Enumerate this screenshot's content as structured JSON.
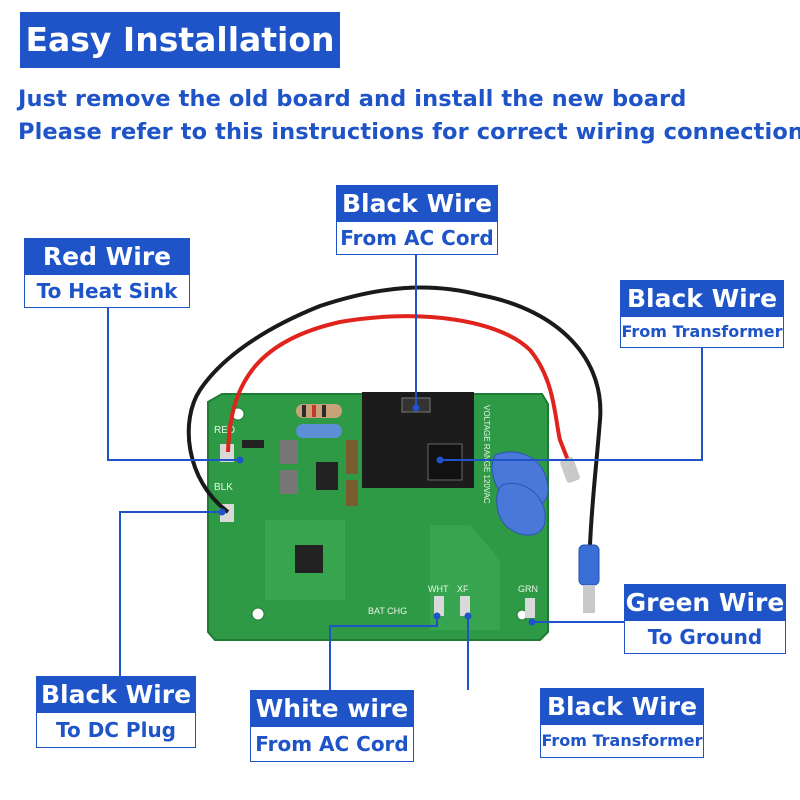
{
  "header": {
    "title": "Easy Installation",
    "line1": "Just remove the old board and install the new board",
    "line2": "Please refer to this instructions for correct wiring connections"
  },
  "callouts": {
    "black_ac": {
      "title": "Black Wire",
      "sub": "From AC Cord"
    },
    "red": {
      "title": "Red Wire",
      "sub": "To Heat Sink"
    },
    "black_transformer_top": {
      "title": "Black Wire",
      "sub": "From Transformer"
    },
    "green": {
      "title": "Green Wire",
      "sub": "To Ground"
    },
    "black_dc": {
      "title": "Black Wire",
      "sub": "To DC Plug"
    },
    "white": {
      "title": "White wire",
      "sub": "From AC Cord"
    },
    "black_transformer_bottom": {
      "title": "Black Wire",
      "sub": "From Transformer"
    }
  },
  "board_labels": {
    "red": "RED",
    "blk": "BLK",
    "bat_chg": "BAT CHG",
    "wht": "WHT",
    "xf": "XF",
    "grn": "GRN",
    "voltage": "VOLTAGE RANGE 120VAC"
  },
  "colors": {
    "accent": "#1e54c8",
    "pcb": "#2f9a45",
    "wire_red": "#e0231c",
    "wire_black": "#1a1a1a"
  }
}
